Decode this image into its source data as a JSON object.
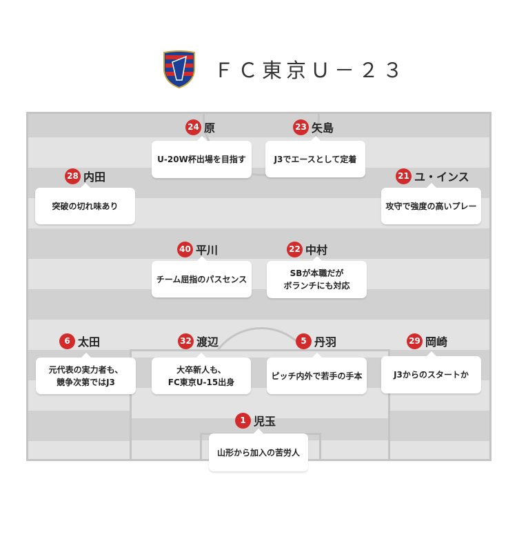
{
  "header": {
    "team_name": "ＦＣ東京Ｕ－２３",
    "crest_icon": "fc-tokyo-crest"
  },
  "colors": {
    "badge": "#d22b2b",
    "pitch_dark": "#d1d1d1",
    "pitch_light": "#e3e3e3"
  },
  "players": [
    {
      "number": "24",
      "name": "原",
      "comment": "U-20W杯出場を目指す"
    },
    {
      "number": "23",
      "name": "矢島",
      "comment": "J3でエースとして定着"
    },
    {
      "number": "28",
      "name": "内田",
      "comment": "突破の切れ味あり"
    },
    {
      "number": "21",
      "name": "ユ・インス",
      "comment": "攻守で強度の高いプレー"
    },
    {
      "number": "40",
      "name": "平川",
      "comment": "チーム屈指のパスセンス"
    },
    {
      "number": "22",
      "name": "中村",
      "comment": "SBが本職だが\nボランチにも対応"
    },
    {
      "number": "6",
      "name": "太田",
      "comment": "元代表の実力者も、\n競争次第ではJ3"
    },
    {
      "number": "32",
      "name": "渡辺",
      "comment": "大卒新人も、\nFC東京U-15出身"
    },
    {
      "number": "5",
      "name": "丹羽",
      "comment": "ピッチ内外で若手の手本"
    },
    {
      "number": "29",
      "name": "岡崎",
      "comment": "J3からのスタートか"
    },
    {
      "number": "1",
      "name": "児玉",
      "comment": "山形から加入の苦労人"
    }
  ]
}
